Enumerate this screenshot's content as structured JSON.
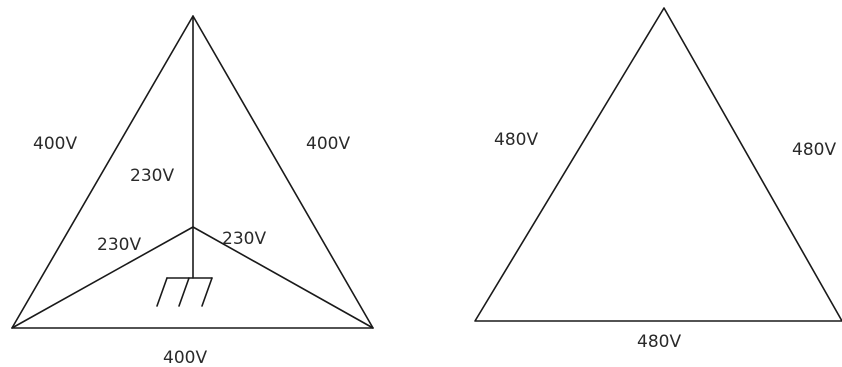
{
  "wye_system": {
    "line_left": "400V",
    "line_right": "400V",
    "line_bottom": "400V",
    "phase_top": "230V",
    "phase_left": "230V",
    "phase_right": "230V"
  },
  "delta_system": {
    "side_left": "480V",
    "side_right": "480V",
    "side_bottom": "480V"
  }
}
